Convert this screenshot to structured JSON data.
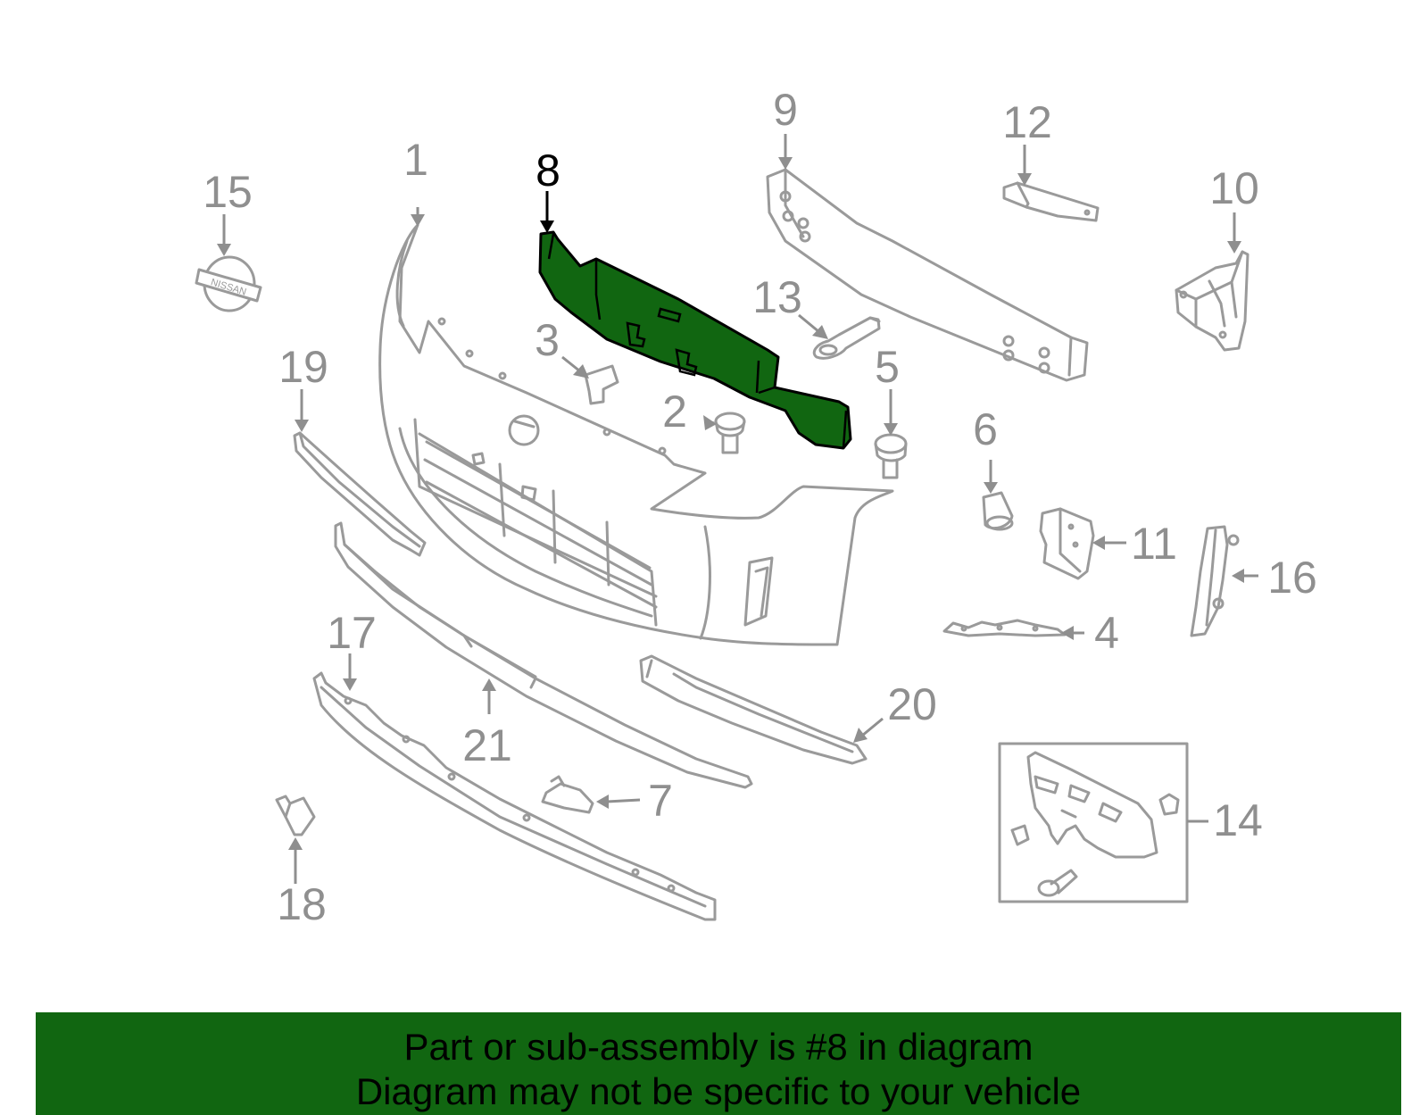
{
  "diagram": {
    "highlight_color": "#116611",
    "highlighted_part": "8",
    "callouts": {
      "c1": "1",
      "c2": "2",
      "c3": "3",
      "c4": "4",
      "c5": "5",
      "c6": "6",
      "c7": "7",
      "c8": "8",
      "c9": "9",
      "c10": "10",
      "c11": "11",
      "c12": "12",
      "c13": "13",
      "c14": "14",
      "c15": "15",
      "c16": "16",
      "c17": "17",
      "c18": "18",
      "c19": "19",
      "c20": "20",
      "c21": "21"
    },
    "logo_text": "NISSAN"
  },
  "banner": {
    "line1": "Part or sub-assembly is #8 in diagram",
    "line2": "Diagram may not be specific to your vehicle"
  }
}
